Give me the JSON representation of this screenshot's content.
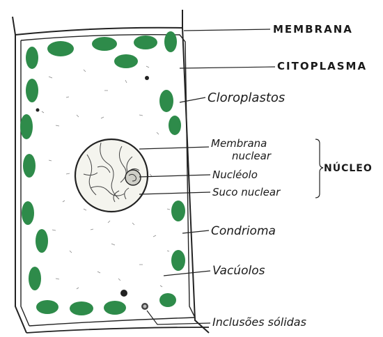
{
  "diagram": {
    "colors": {
      "chloroplast": "#2e8b4a",
      "ink": "#222222",
      "paper": "#ffffff",
      "nucleus_fill": "#f4f4ee"
    },
    "labels": {
      "membrana": "MEMBRANA",
      "citoplasma": "CITOPLASMA",
      "cloroplastos": "Cloroplastos",
      "membrana_nuclear_1": "Membrana",
      "membrana_nuclear_2": "nuclear",
      "nucleolo": "Nucléolo",
      "suco_nuclear": "Suco nuclear",
      "nucleo": "NÚCLEO",
      "condrioma": "Condrioma",
      "vacuolos": "Vacúolos",
      "inclusoes_solidas": "Inclusões sólidas"
    },
    "icons": {
      "cell": "plant-cell-illustration",
      "chloroplast": "chloroplast-icon",
      "nucleus": "nucleus-icon",
      "inclusion": "solid-inclusion-icon"
    }
  }
}
